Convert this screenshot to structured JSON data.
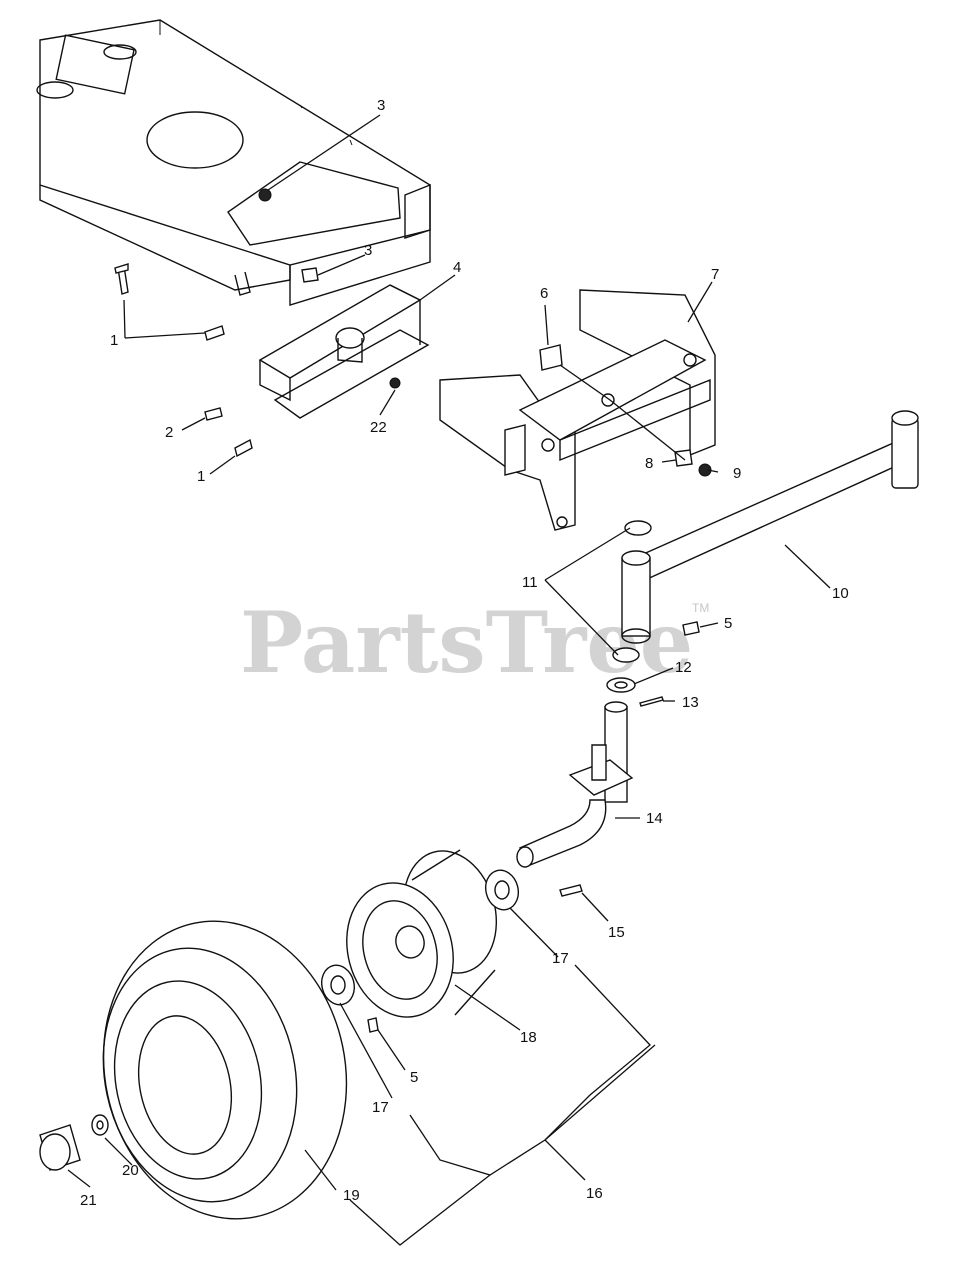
{
  "watermark": {
    "text": "PartsTree",
    "trademark": "TM"
  },
  "callouts": {
    "c1a": "1",
    "c1b": "1",
    "c2": "2",
    "c3a": "3",
    "c3b": "3",
    "c4": "4",
    "c5a": "5",
    "c5b": "5",
    "c6": "6",
    "c7": "7",
    "c8": "8",
    "c9": "9",
    "c10": "10",
    "c11": "11",
    "c12": "12",
    "c13": "13",
    "c14": "14",
    "c15": "15",
    "c16": "16",
    "c17a": "17",
    "c17b": "17",
    "c18": "18",
    "c19": "19",
    "c20": "20",
    "c21": "21",
    "c22": "22"
  }
}
